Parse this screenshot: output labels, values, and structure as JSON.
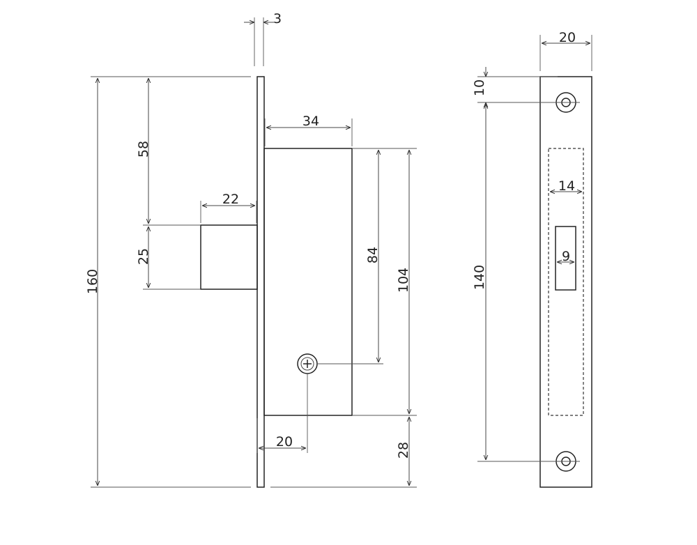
{
  "dimensions": {
    "faceplate_thickness": "3",
    "bolt_height_offset": "58",
    "bolt_projection": "22",
    "bolt_height": "25",
    "total_height": "160",
    "body_depth": "34",
    "screw_offset": "84",
    "body_height": "104",
    "backset": "20",
    "bottom_offset": "28",
    "strike_width": "20",
    "hole_edge_offset": "10",
    "hole_spacing": "140",
    "recess_width": "14",
    "slot_width": "9"
  },
  "colors": {
    "line": "#222222",
    "background": "#ffffff"
  }
}
